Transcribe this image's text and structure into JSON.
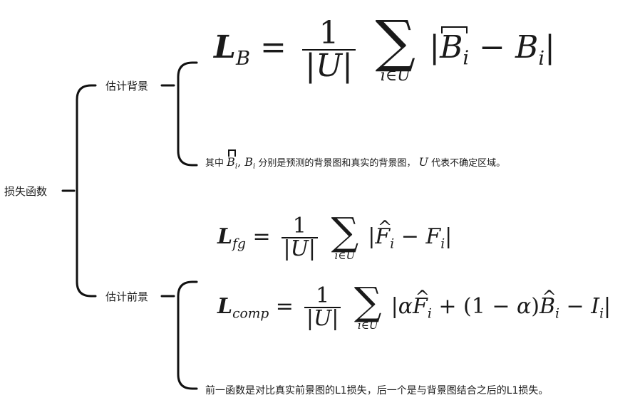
{
  "root": {
    "label": "损失函数"
  },
  "branches": [
    {
      "label": "估计背景",
      "note_prefix": "其中",
      "note_suffix": "分别是预测的背景图和真实的背景图，",
      "note_u_suffix": "代表不确定区域。"
    },
    {
      "label": "估计前景",
      "note": "前一函数是对比真实前景图的L1损失，后一个是与背景图结合之后的L1损失。"
    }
  ],
  "colors": {
    "line": "#111111",
    "text": "#1a1a1a"
  }
}
